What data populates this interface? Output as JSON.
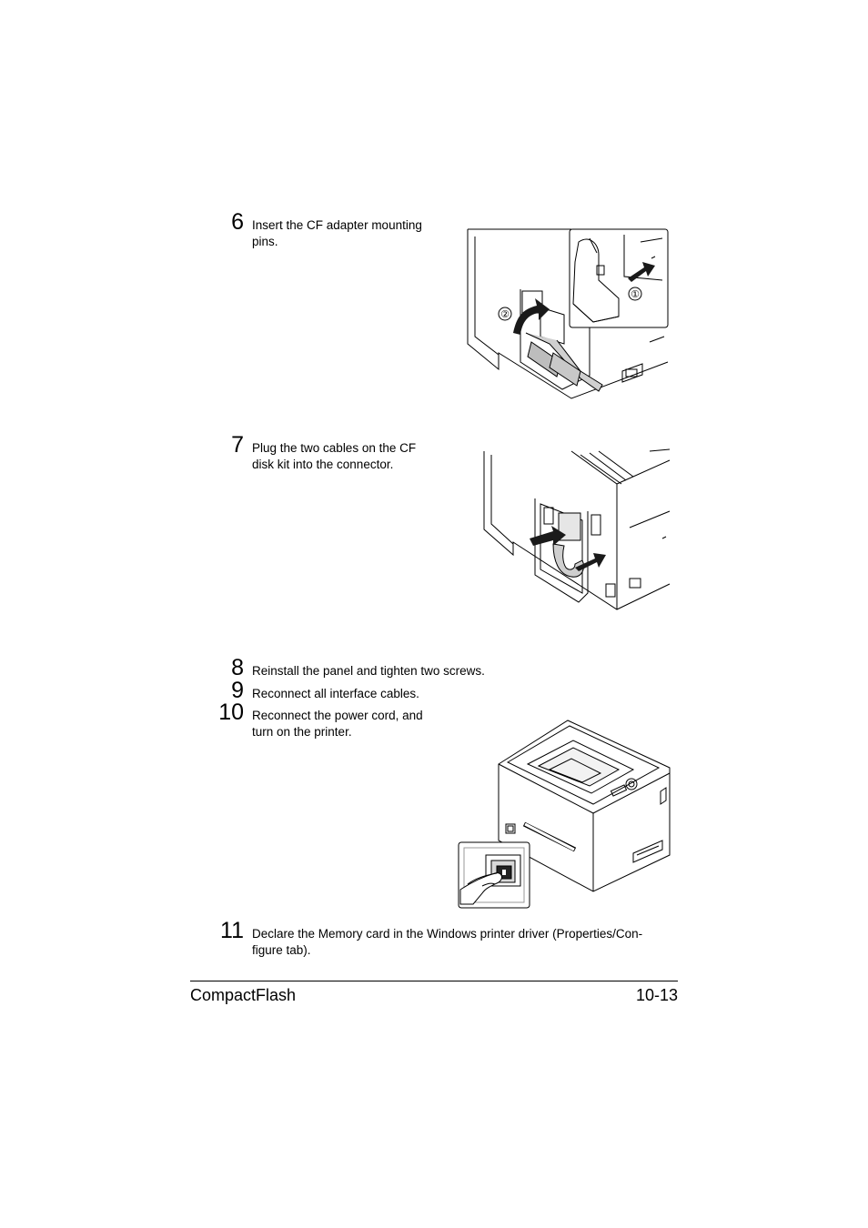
{
  "steps": [
    {
      "number": "6",
      "text": "Insert the CF adapter mounting pins."
    },
    {
      "number": "7",
      "text": "Plug the two cables on the CF disk kit into the connector."
    },
    {
      "number": "8",
      "text": "Reinstall the panel and tighten two screws."
    },
    {
      "number": "9",
      "text": "Reconnect all interface cables."
    },
    {
      "number": "10",
      "text": "Reconnect the power cord, and turn on the printer."
    },
    {
      "number": "11",
      "text": "Declare the Memory card in the Windows printer driver (Properties/Con-figure tab)."
    }
  ],
  "figures": {
    "fig1_callout_1": "①",
    "fig1_callout_2": "②"
  },
  "footer": {
    "section": "CompactFlash",
    "page": "10-13"
  }
}
